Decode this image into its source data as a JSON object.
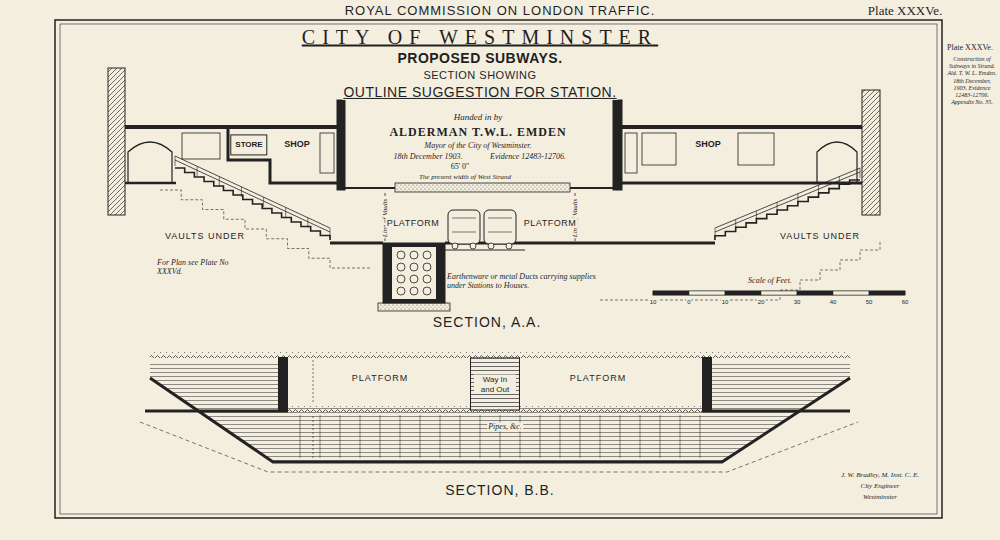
{
  "diagram": {
    "title": "CITY OF WESTMINSTER",
    "nodes": [
      {
        "text": [
          "STORE"
        ]
      },
      {
        "text": [
          "SHOP"
        ]
      },
      {
        "text": [
          "SHOP"
        ]
      },
      {
        "text": [
          "PLATFORM"
        ]
      },
      {
        "text": [
          "PLATFORM"
        ]
      },
      {
        "text": [
          "PLATFORM"
        ]
      },
      {
        "text": [
          "Way In and Out"
        ]
      },
      {
        "text": [
          "PLATFORM"
        ]
      }
    ],
    "labels": [
      "ROYAL COMMISSION ON LONDON TRAFFIC.",
      "Plate XXXVe.",
      "PROPOSED SUBWAYS.",
      "SECTION SHOWING",
      "OUTLINE SUGGESTION FOR STATION.",
      "Handed in by",
      "ALDERMAN T.W.L. EMDEN",
      "Mayor of the City of Westminster.",
      "18th December 1903.",
      "Evidence 12483-12706.",
      "Plate XXXVe.",
      "Construction of Subways in Strand. Ald. T. W. L. Emden. 18th December, 1903. Evidence 12483-12706. Appendix No. 35.",
      "65' 0\"",
      "The present width of West Strand",
      "Line of Vaults",
      "Line of Vaults",
      "VAULTS UNDER",
      "VAULTS UNDER",
      "For Plan see Plate No XXXVd.",
      "Earthenware or metal Ducts carrying supplies under Stations to Houses.",
      "SECTION, A.A.",
      "Scale of Feet.",
      "10",
      "0",
      "10",
      "20",
      "30",
      "40",
      "50",
      "60",
      "Pipes, &c.",
      "SECTION, B.B.",
      "J. W. Bradley, M. Inst. C. E.",
      "City Engineer",
      "Westminster"
    ]
  }
}
